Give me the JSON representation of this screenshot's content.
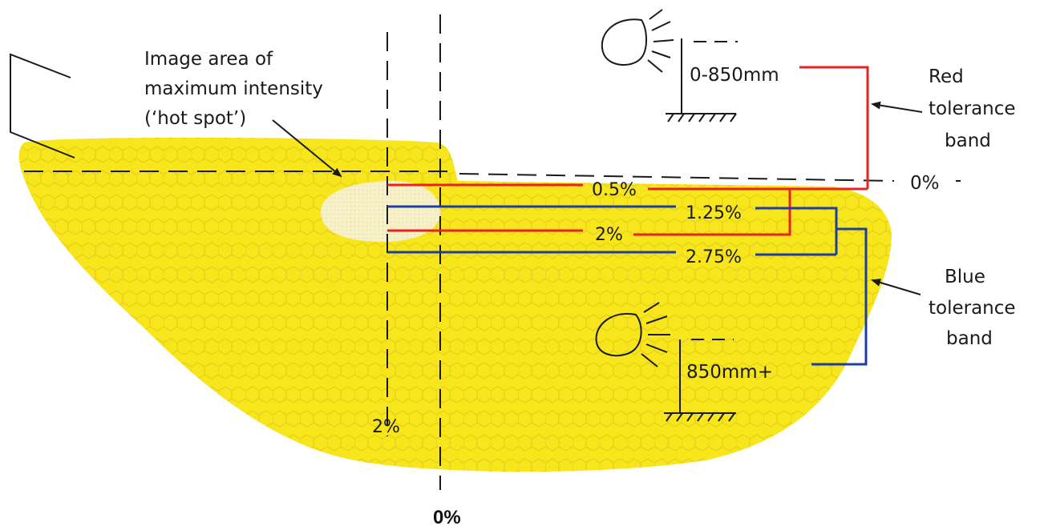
{
  "labels": {
    "hot_spot": [
      "Image area of",
      "maximum intensity",
      "(‘hot spot’)"
    ],
    "red_band": [
      "Red",
      "tolerance",
      "band"
    ],
    "blue_band": [
      "Blue",
      "tolerance",
      "band"
    ],
    "height_low": "0-850mm",
    "height_high": "850mm+",
    "zero_h": "0%",
    "zero_v": "0%",
    "v_2pct": "2%",
    "levels": {
      "p0_5": "0.5%",
      "p1_25": "1.25%",
      "p2": "2%",
      "p2_75": "2.75%"
    }
  },
  "colors": {
    "beam": "#f7e61c",
    "beam_pattern": "#e9d21a",
    "hot_spot": "#f4efc4",
    "red": "#e8231f",
    "blue": "#1f3fa0",
    "ink": "#1a1a1a"
  },
  "icons": [
    "headlamp-icon",
    "ground-hatch-icon",
    "arrow-icon"
  ]
}
